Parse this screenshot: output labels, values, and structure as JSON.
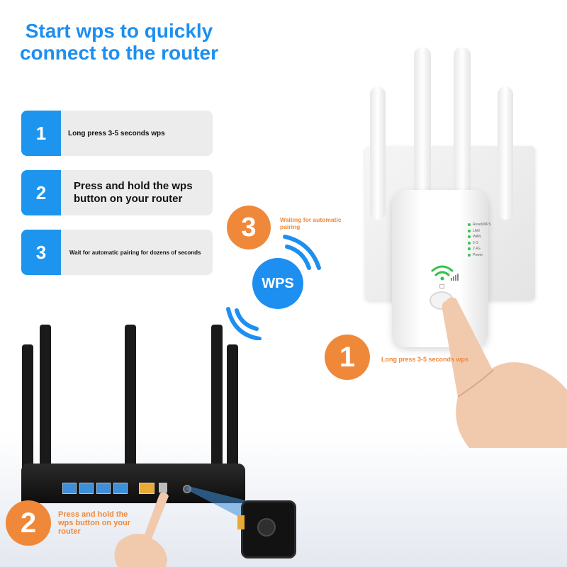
{
  "title": "Start wps to quickly connect to the router",
  "steps": [
    {
      "number": "1",
      "text": "Long press 3-5 seconds wps"
    },
    {
      "number": "2",
      "text": "Press and hold the wps button on your router"
    },
    {
      "number": "3",
      "text": "Wait for automatic pairing for dozens of seconds"
    }
  ],
  "callouts": {
    "extender": {
      "number": "1",
      "text": "Long press 3-5 seconds wps"
    },
    "router": {
      "number": "2",
      "text": "Press and hold the wps button on your router"
    },
    "pairing": {
      "number": "3",
      "text": "Waiting for automatic pairing"
    }
  },
  "wps_badge": "WPS",
  "extender_leds": [
    "Reset/WPS",
    "LAN",
    "WAN",
    "5 G",
    "2.4G",
    "Power"
  ],
  "colors": {
    "title_blue": "#1d8ff0",
    "step_blue": "#1d95ee",
    "step_bg": "#ececec",
    "accent_orange": "#f0883a",
    "led_green": "#33c24b"
  }
}
